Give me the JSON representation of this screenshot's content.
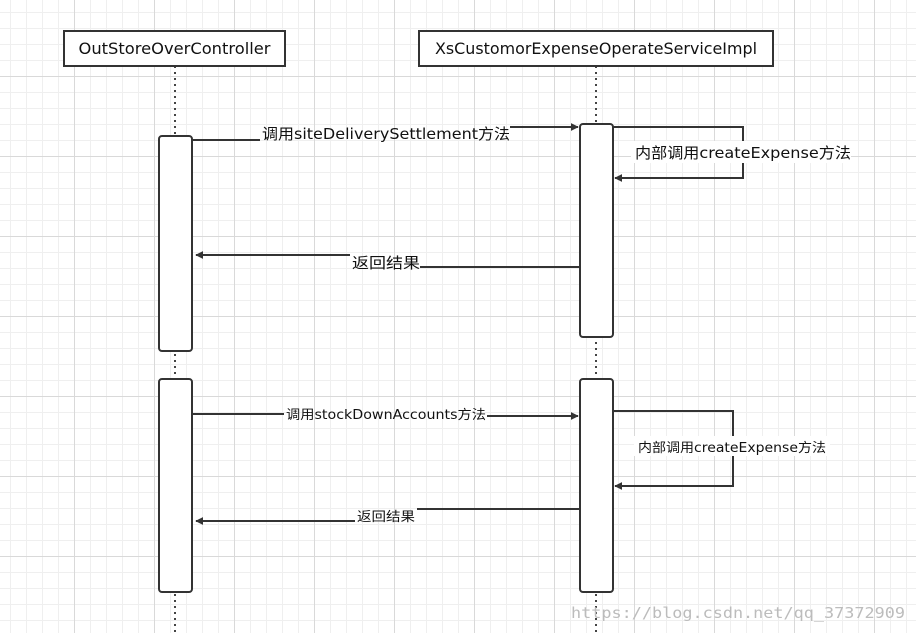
{
  "participants": [
    {
      "name": "OutStoreOverController"
    },
    {
      "name": "XsCustomorExpenseOperateServiceImpl"
    }
  ],
  "messages": [
    {
      "label": "调用siteDeliverySettlement方法"
    },
    {
      "label": "内部调用createExpense方法"
    },
    {
      "label": "返回结果"
    },
    {
      "label": "调用stockDownAccounts方法"
    },
    {
      "label": "内部调用createExpense方法"
    },
    {
      "label": "返回结果"
    }
  ],
  "watermark": "https://blog.csdn.net/qq_37372909"
}
